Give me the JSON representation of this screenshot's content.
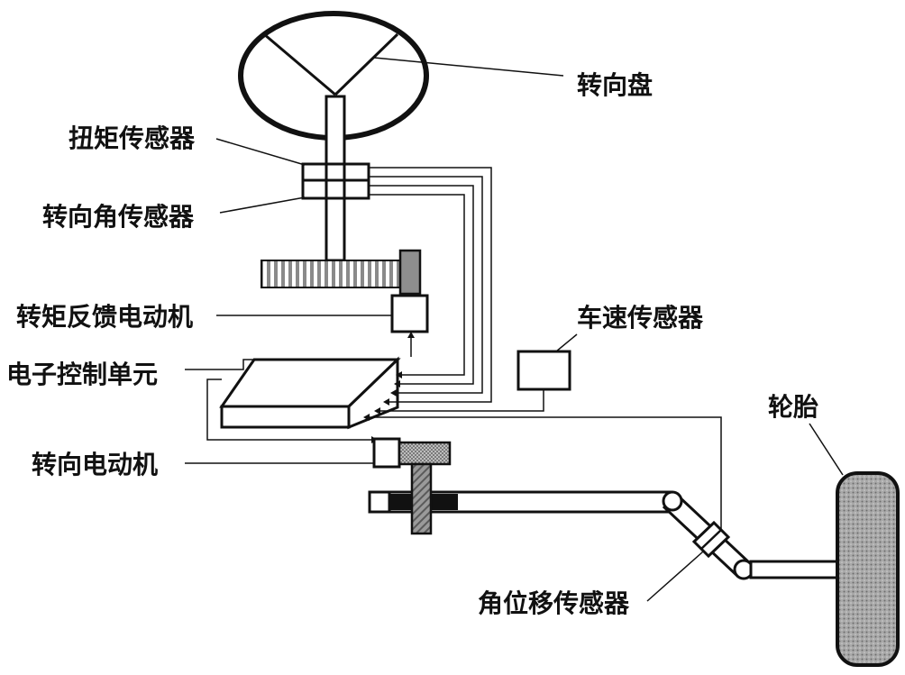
{
  "labels": {
    "steering_wheel": "转向盘",
    "torque_sensor": "扭矩传感器",
    "steering_angle_sensor": "转向角传感器",
    "torque_feedback_motor": "转矩反馈电动机",
    "ecu": "电子控制单元",
    "vehicle_speed_sensor": "车速传感器",
    "tire": "轮胎",
    "steering_motor": "转向电动机",
    "angular_displacement_sensor": "角位移传感器"
  }
}
